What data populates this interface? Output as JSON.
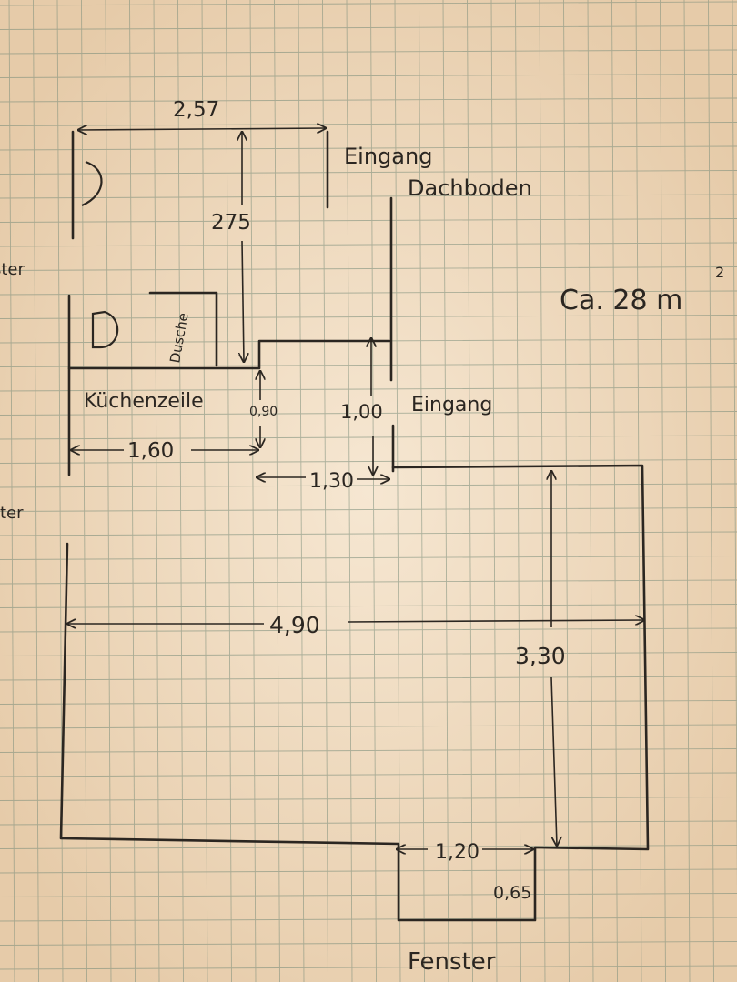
{
  "plan": {
    "top_width": "2,57",
    "entrance_attic_1": "Eingang",
    "entrance_attic_2": "Dachboden",
    "left_height": "275",
    "area": "Ca. 28 m",
    "area_exp": "2",
    "shower": "Dusche",
    "kitchen": "Küchenzeile",
    "kitchen_depth": "0,90",
    "corridor_width": "1,00",
    "entrance": "Eingang",
    "kitchen_len": "1,60",
    "step_width": "1,30",
    "main_width": "4,90",
    "main_height": "3,30",
    "window_width": "1,20",
    "window_depth": "0,65",
    "window": "Fenster",
    "edge_upper": "ster",
    "edge_lower": "ter"
  },
  "colors": {
    "paper": "#efd9bd",
    "grid": "#7d8f7c",
    "ink": "#2b2621"
  }
}
